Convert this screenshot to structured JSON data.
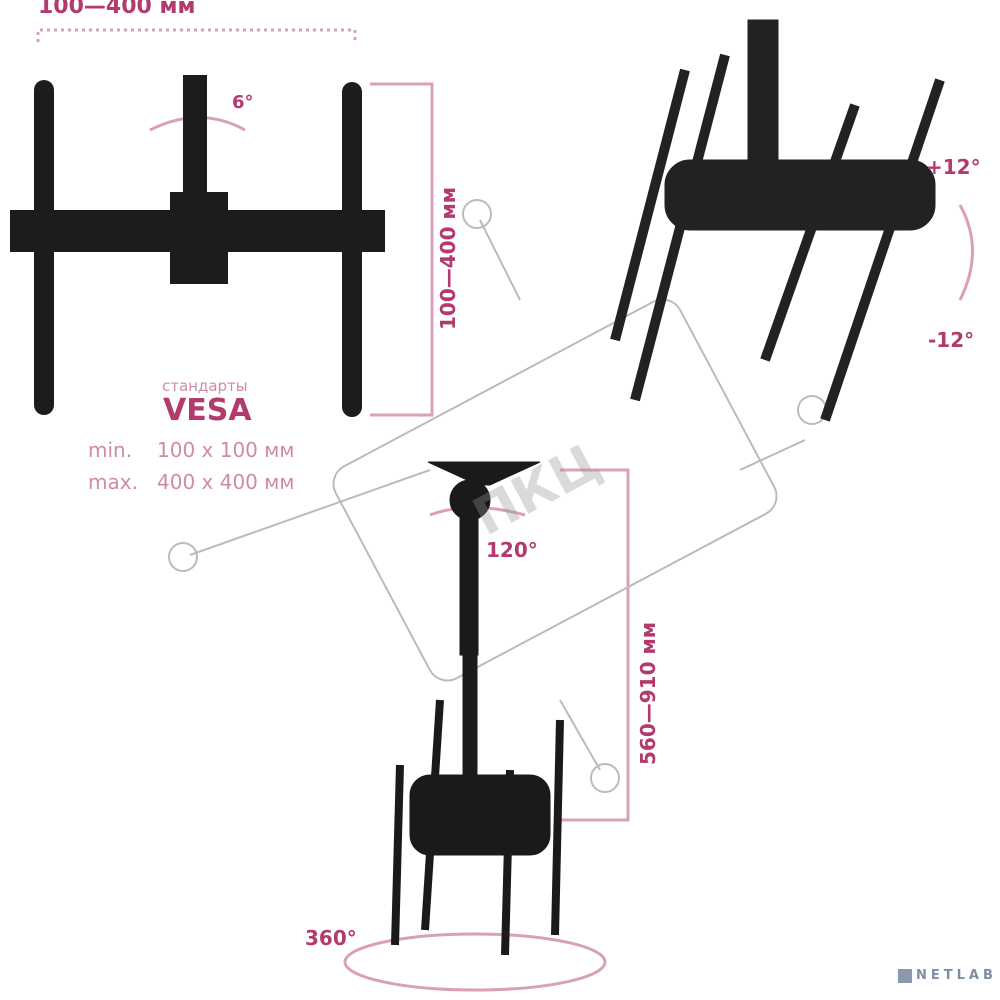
{
  "labels": {
    "top_width": "100—400 мм",
    "side_height": "100—400 мм",
    "tilt_small": "6°",
    "tilt_up": "+12°",
    "tilt_down": "-12°",
    "swivel": "120°",
    "extension": "560—910 мм",
    "rotation": "360°"
  },
  "vesa": {
    "caption": "стандарты",
    "title": "VESA",
    "min_label": "min.",
    "min_value": "100 x 100 мм",
    "max_label": "max.",
    "max_value": "400 x 400 мм"
  },
  "watermark": "ПКЦ",
  "logo": "NETLAB",
  "colors": {
    "accent": "#b23a6e",
    "light": "#d9a0b8",
    "metal": "#1c1c1c"
  }
}
